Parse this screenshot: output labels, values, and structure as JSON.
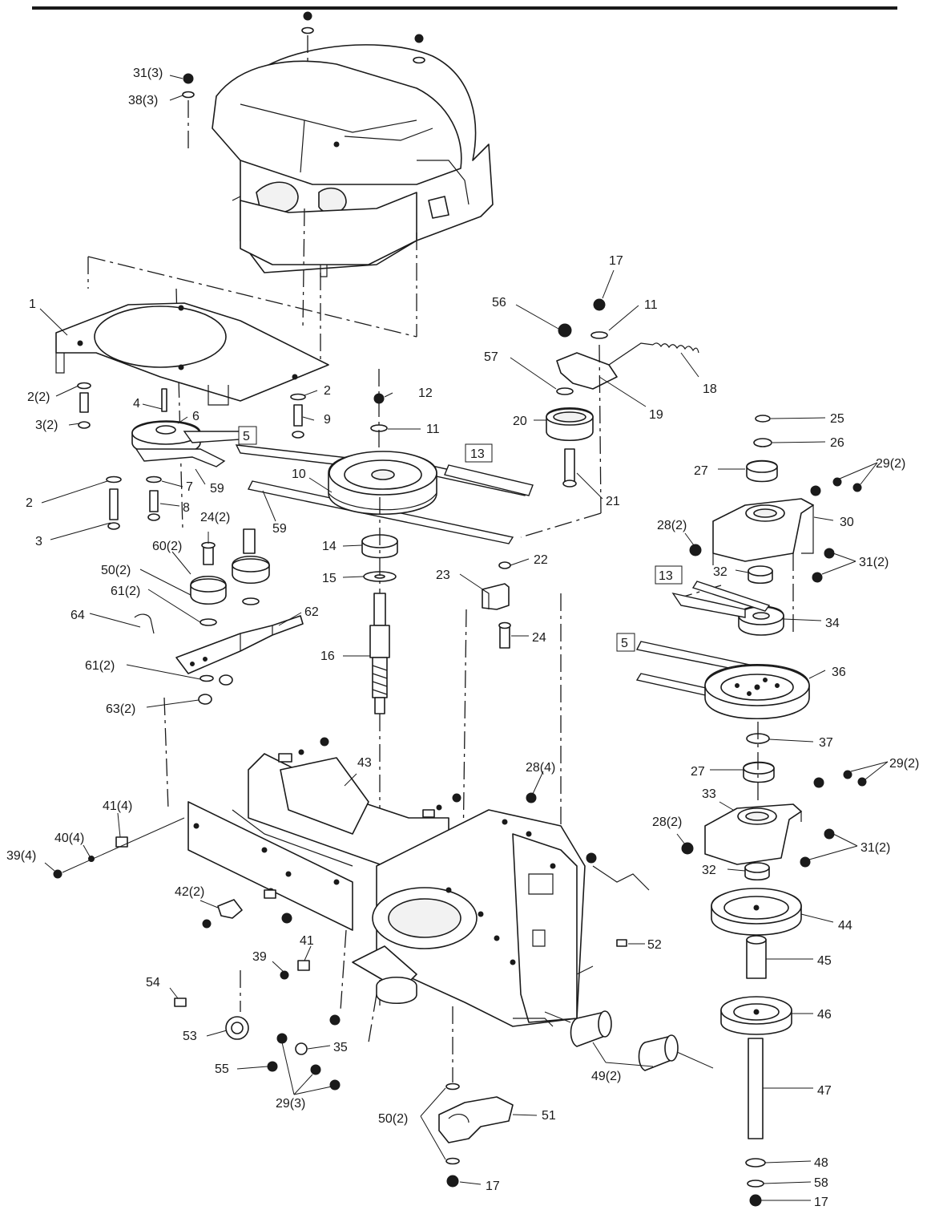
{
  "callouts": [
    {
      "id": "c-31-3",
      "text": "31(3)"
    },
    {
      "id": "c-38-3",
      "text": "38(3)"
    },
    {
      "id": "c-1",
      "text": "1"
    },
    {
      "id": "c-2-2",
      "text": "2(2)"
    },
    {
      "id": "c-3-2",
      "text": "3(2)"
    },
    {
      "id": "c-4",
      "text": "4"
    },
    {
      "id": "c-6",
      "text": "6"
    },
    {
      "id": "c-2a",
      "text": "2"
    },
    {
      "id": "c-9",
      "text": "9"
    },
    {
      "id": "c-2b",
      "text": "2"
    },
    {
      "id": "c-3",
      "text": "3"
    },
    {
      "id": "c-7",
      "text": "7"
    },
    {
      "id": "c-8",
      "text": "8"
    },
    {
      "id": "c-59a",
      "text": "59"
    },
    {
      "id": "c-59b",
      "text": "59"
    },
    {
      "id": "c-10",
      "text": "10"
    },
    {
      "id": "c-12",
      "text": "12"
    },
    {
      "id": "c-11a",
      "text": "11"
    },
    {
      "id": "c-14",
      "text": "14"
    },
    {
      "id": "c-15",
      "text": "15"
    },
    {
      "id": "c-16",
      "text": "16"
    },
    {
      "id": "c-24-2",
      "text": "24(2)"
    },
    {
      "id": "c-60-2",
      "text": "60(2)"
    },
    {
      "id": "c-50-2a",
      "text": "50(2)"
    },
    {
      "id": "c-61-2a",
      "text": "61(2)"
    },
    {
      "id": "c-64",
      "text": "64"
    },
    {
      "id": "c-62",
      "text": "62"
    },
    {
      "id": "c-61-2b",
      "text": "61(2)"
    },
    {
      "id": "c-63-2",
      "text": "63(2)"
    },
    {
      "id": "c-17a",
      "text": "17"
    },
    {
      "id": "c-56",
      "text": "56"
    },
    {
      "id": "c-11b",
      "text": "11"
    },
    {
      "id": "c-57",
      "text": "57"
    },
    {
      "id": "c-18",
      "text": "18"
    },
    {
      "id": "c-19",
      "text": "19"
    },
    {
      "id": "c-20",
      "text": "20"
    },
    {
      "id": "c-21",
      "text": "21"
    },
    {
      "id": "c-22",
      "text": "22"
    },
    {
      "id": "c-23",
      "text": "23"
    },
    {
      "id": "c-24",
      "text": "24"
    },
    {
      "id": "c-25",
      "text": "25"
    },
    {
      "id": "c-26",
      "text": "26"
    },
    {
      "id": "c-27a",
      "text": "27"
    },
    {
      "id": "c-29-2a",
      "text": "29(2)"
    },
    {
      "id": "c-30",
      "text": "30"
    },
    {
      "id": "c-28-2a",
      "text": "28(2)"
    },
    {
      "id": "c-31-2a",
      "text": "31(2)"
    },
    {
      "id": "c-32a",
      "text": "32"
    },
    {
      "id": "c-34",
      "text": "34"
    },
    {
      "id": "c-36",
      "text": "36"
    },
    {
      "id": "c-37",
      "text": "37"
    },
    {
      "id": "c-27b",
      "text": "27"
    },
    {
      "id": "c-29-2b",
      "text": "29(2)"
    },
    {
      "id": "c-33",
      "text": "33"
    },
    {
      "id": "c-28-2b",
      "text": "28(2)"
    },
    {
      "id": "c-31-2b",
      "text": "31(2)"
    },
    {
      "id": "c-32b",
      "text": "32"
    },
    {
      "id": "c-44",
      "text": "44"
    },
    {
      "id": "c-45",
      "text": "45"
    },
    {
      "id": "c-46",
      "text": "46"
    },
    {
      "id": "c-47",
      "text": "47"
    },
    {
      "id": "c-48",
      "text": "48"
    },
    {
      "id": "c-58",
      "text": "58"
    },
    {
      "id": "c-17b",
      "text": "17"
    },
    {
      "id": "c-43",
      "text": "43"
    },
    {
      "id": "c-28-4",
      "text": "28(4)"
    },
    {
      "id": "c-41-4",
      "text": "41(4)"
    },
    {
      "id": "c-40-4",
      "text": "40(4)"
    },
    {
      "id": "c-39-4",
      "text": "39(4)"
    },
    {
      "id": "c-42-2",
      "text": "42(2)"
    },
    {
      "id": "c-39",
      "text": "39"
    },
    {
      "id": "c-41",
      "text": "41"
    },
    {
      "id": "c-54",
      "text": "54"
    },
    {
      "id": "c-53",
      "text": "53"
    },
    {
      "id": "c-35",
      "text": "35"
    },
    {
      "id": "c-55",
      "text": "55"
    },
    {
      "id": "c-29-3",
      "text": "29(3)"
    },
    {
      "id": "c-52",
      "text": "52"
    },
    {
      "id": "c-49-2",
      "text": "49(2)"
    },
    {
      "id": "c-50-2b",
      "text": "50(2)"
    },
    {
      "id": "c-51",
      "text": "51"
    },
    {
      "id": "c-17c",
      "text": "17"
    }
  ],
  "boxed_labels": [
    {
      "id": "b-5a",
      "text": "5"
    },
    {
      "id": "b-13a",
      "text": "13"
    },
    {
      "id": "b-13b",
      "text": "13"
    },
    {
      "id": "b-5b",
      "text": "5"
    }
  ]
}
